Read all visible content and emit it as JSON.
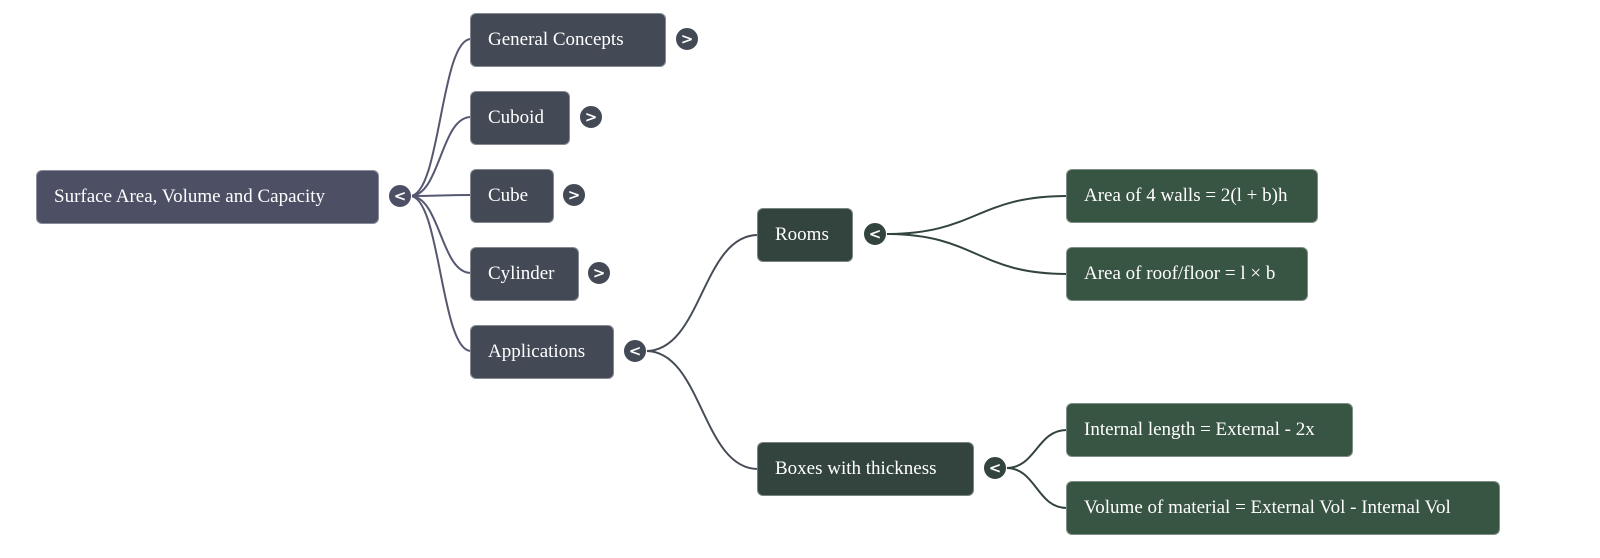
{
  "colors": {
    "root": "#4d4f65",
    "level1": "#434a55",
    "level2": "#33443e",
    "level3": "#385442",
    "link_root": "#555870",
    "link_apps": "#454c56",
    "link_green": "#33443e"
  },
  "mindmap": {
    "root": {
      "label": "Surface Area, Volume and Capacity",
      "toggle": "<"
    },
    "level1": [
      {
        "label": "General Concepts",
        "toggle": ">"
      },
      {
        "label": "Cuboid",
        "toggle": ">"
      },
      {
        "label": "Cube",
        "toggle": ">"
      },
      {
        "label": "Cylinder",
        "toggle": ">"
      },
      {
        "label": "Applications",
        "toggle": "<"
      }
    ],
    "applications": [
      {
        "label": "Rooms",
        "toggle": "<"
      },
      {
        "label": "Boxes with thickness",
        "toggle": "<"
      }
    ],
    "rooms": [
      {
        "label": "Area of 4 walls = 2(l + b)h"
      },
      {
        "label": "Area of roof/floor = l × b"
      }
    ],
    "boxes": [
      {
        "label": "Internal length = External - 2x"
      },
      {
        "label": "Volume of material = External Vol - Internal Vol"
      }
    ]
  }
}
